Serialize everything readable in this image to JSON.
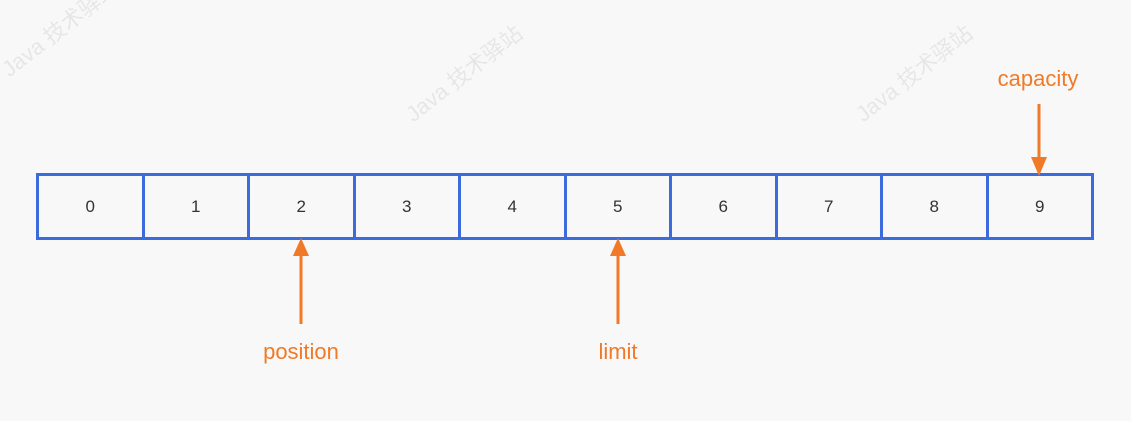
{
  "watermark": "Java 技术驿站",
  "buffer": {
    "cells": [
      "0",
      "1",
      "2",
      "3",
      "4",
      "5",
      "6",
      "7",
      "8",
      "9"
    ],
    "border_color": "#3b6bdc"
  },
  "pointers": {
    "position": {
      "label": "position",
      "index": 2
    },
    "limit": {
      "label": "limit",
      "index": 5
    },
    "capacity": {
      "label": "capacity",
      "index": 9
    }
  },
  "accent_color": "#f07a27"
}
